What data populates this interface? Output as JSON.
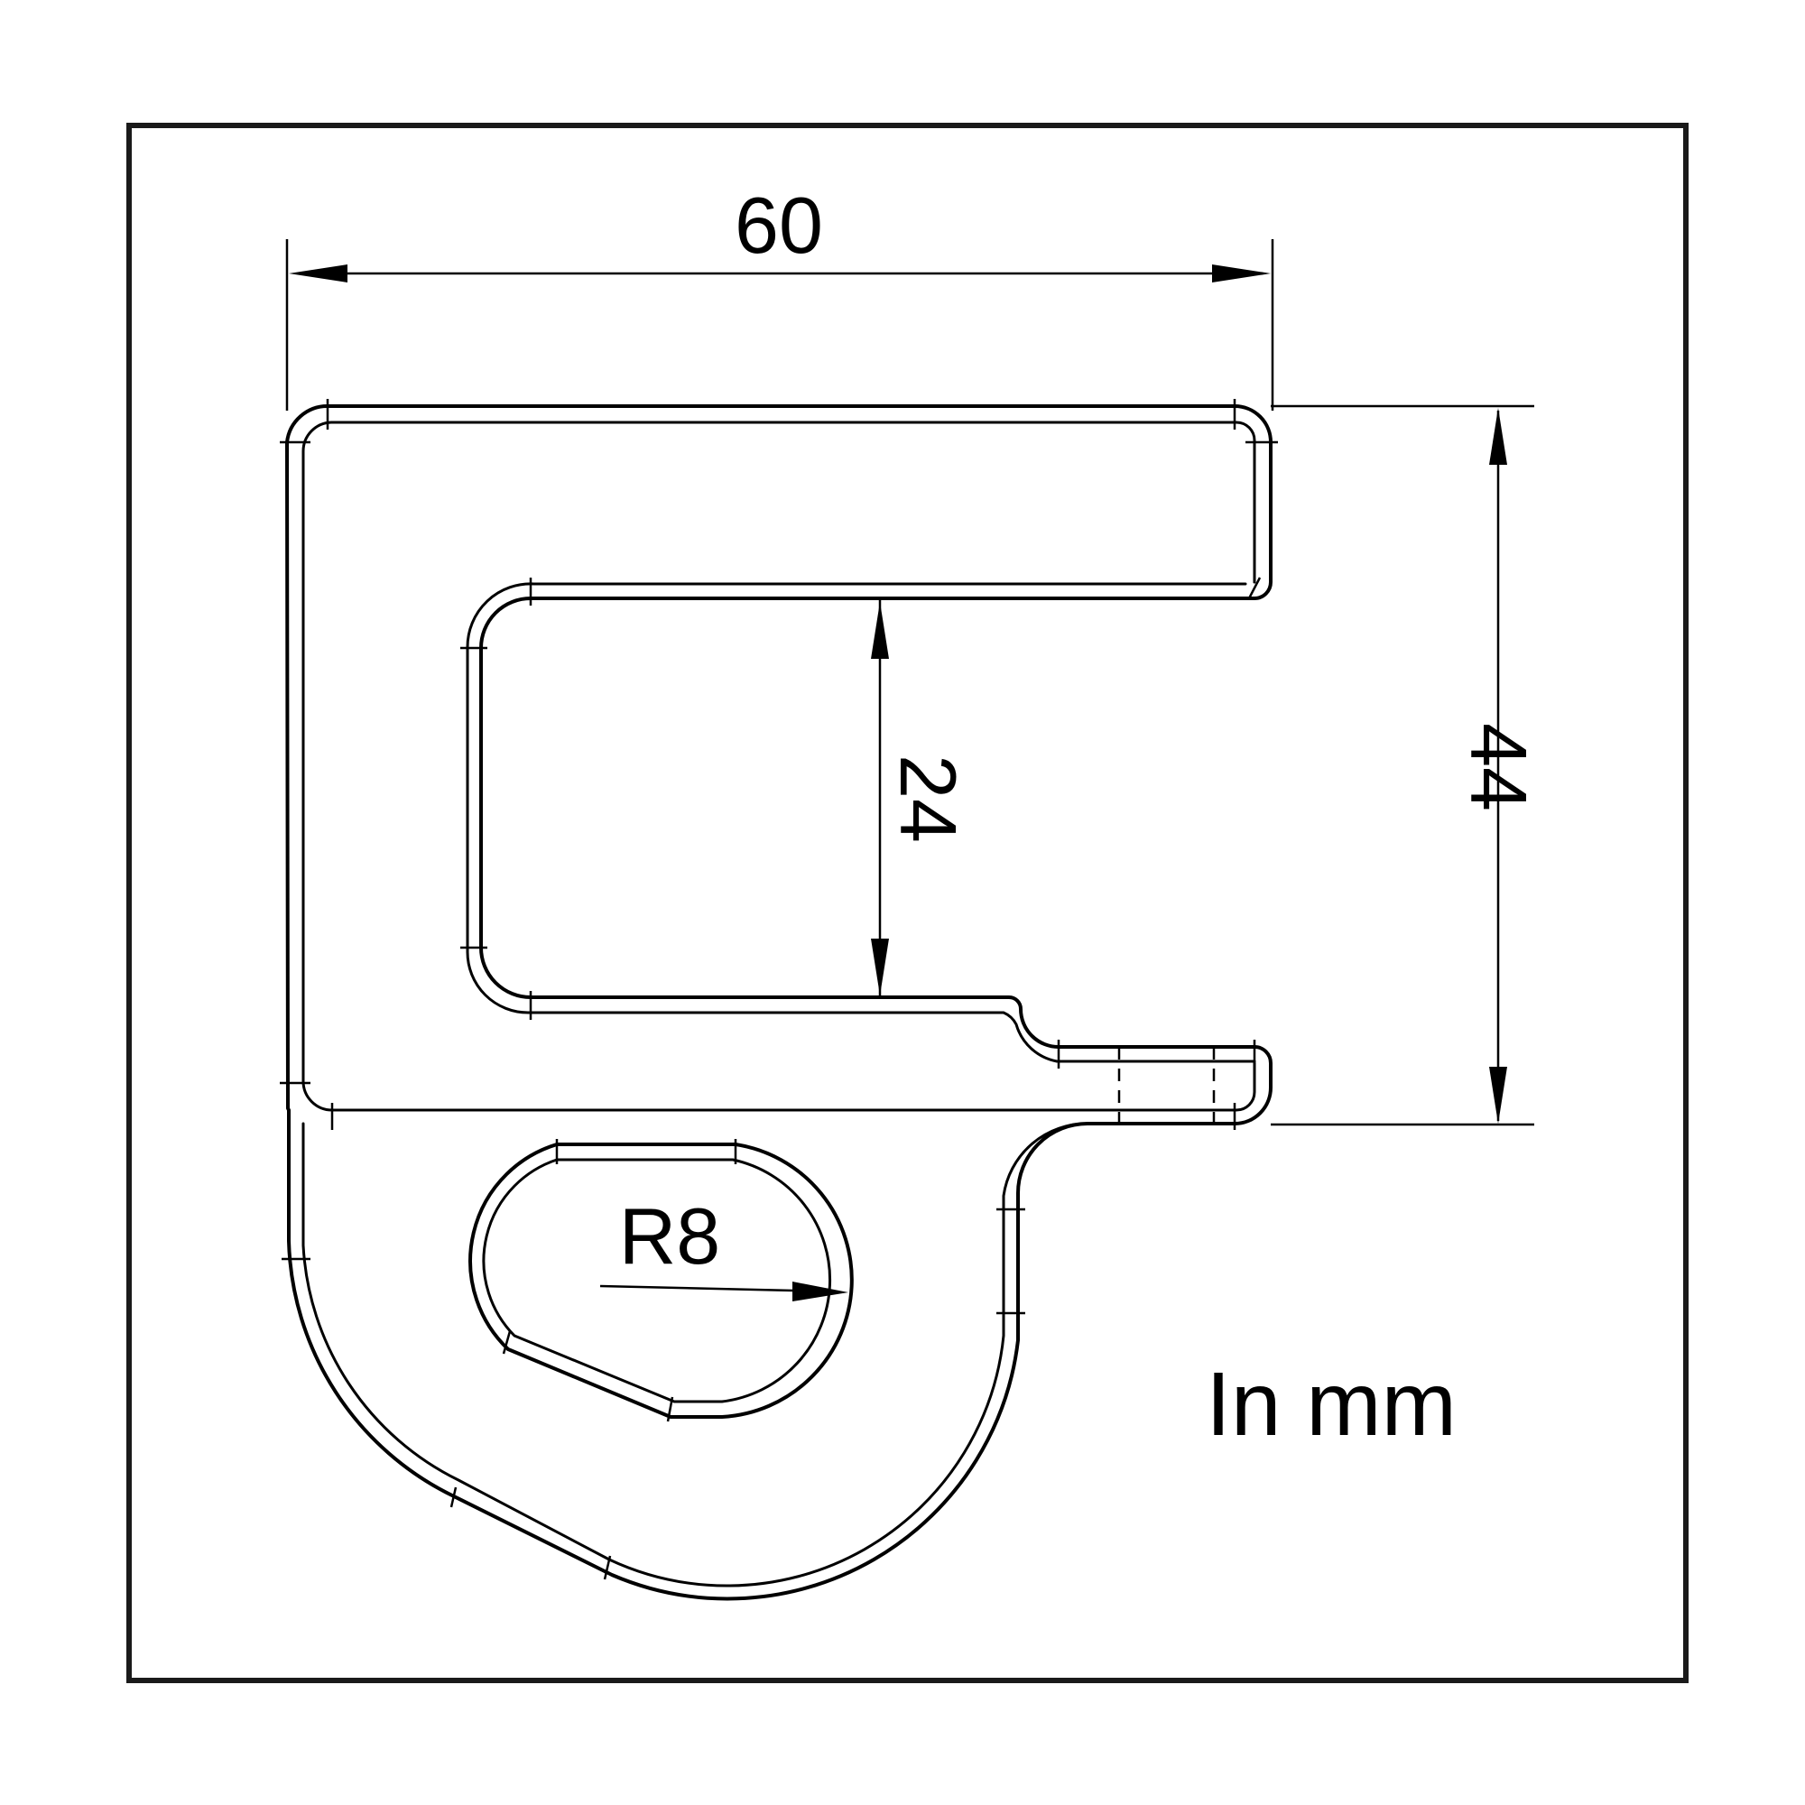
{
  "dimensions": {
    "width_label": "60",
    "slot_label": "24",
    "height_label": "44",
    "radius_label": "R8"
  },
  "unit_label": "In mm"
}
